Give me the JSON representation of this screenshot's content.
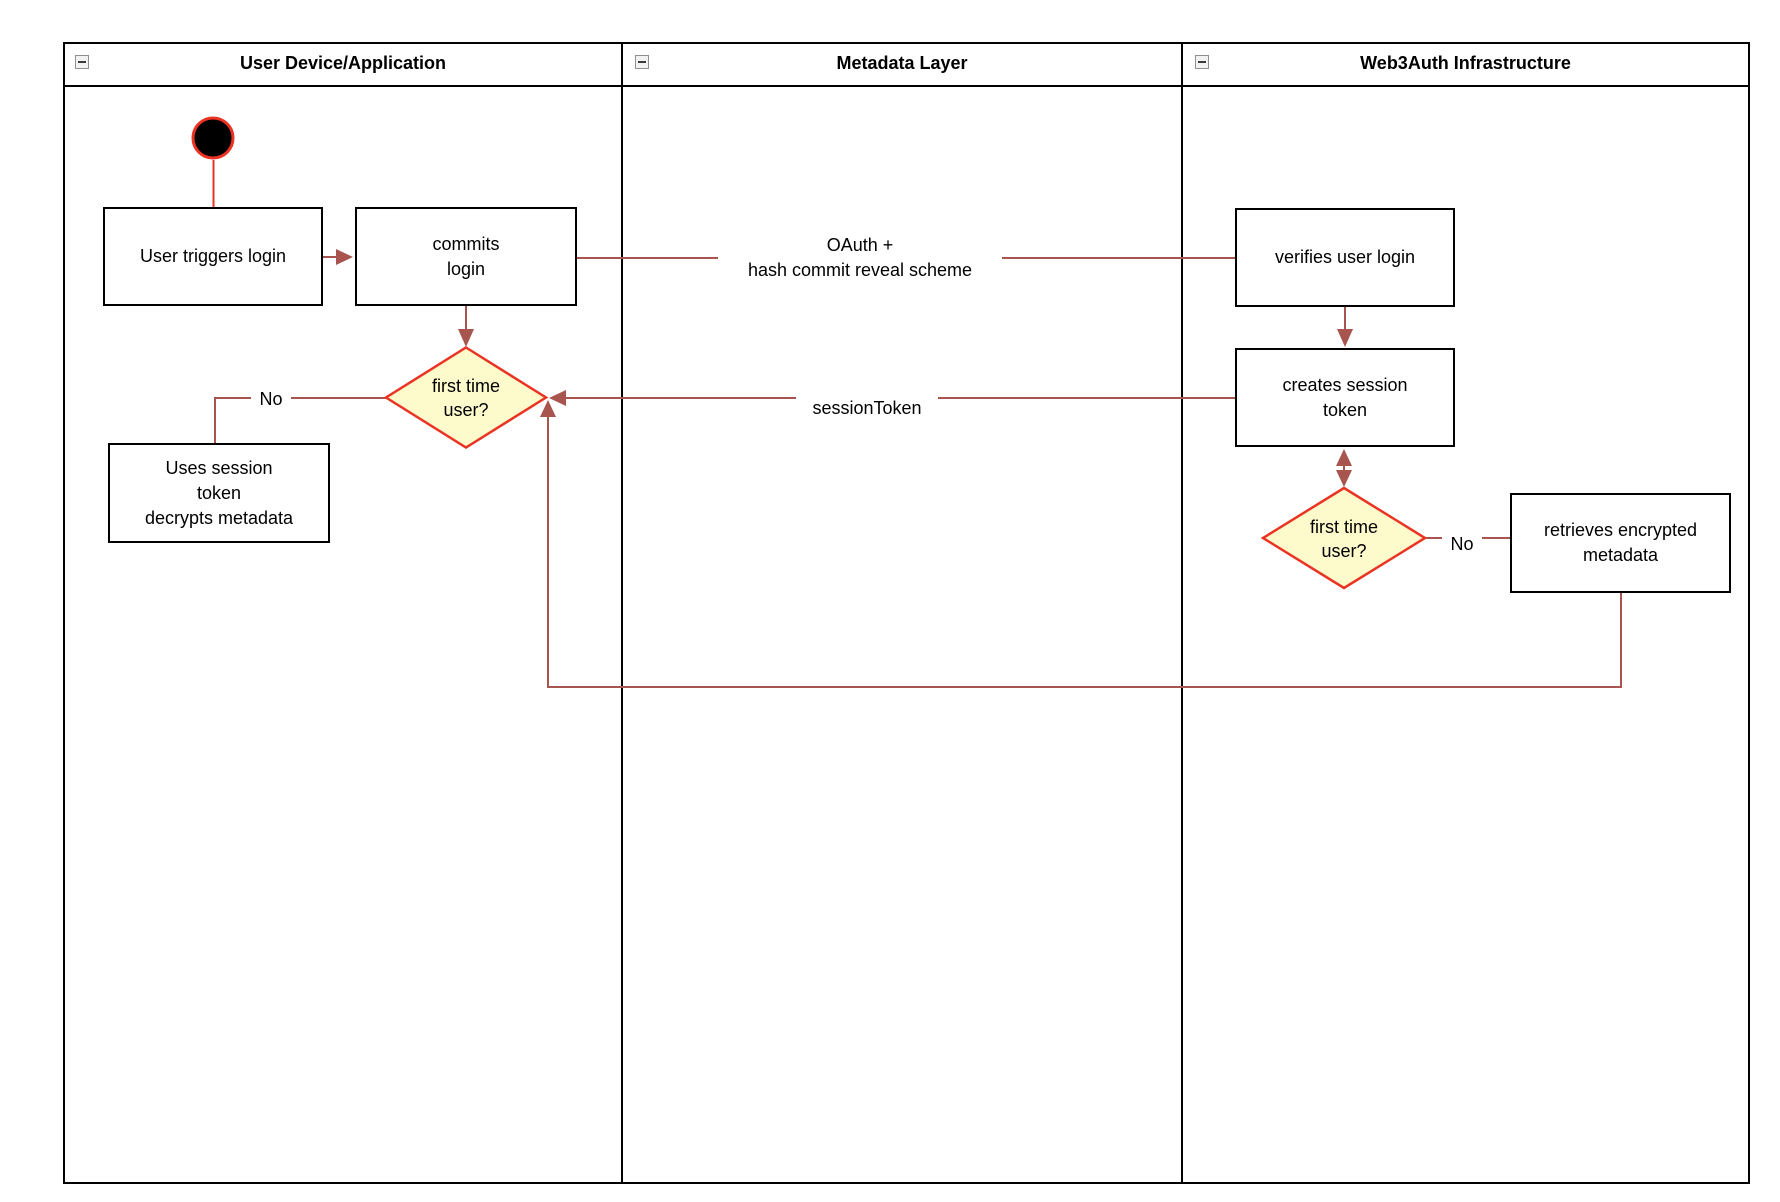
{
  "diagram": {
    "lanes": [
      {
        "title": "User Device/Application"
      },
      {
        "title": "Metadata Layer"
      },
      {
        "title": "Web3Auth Infrastructure"
      }
    ],
    "nodes": {
      "start": {
        "type": "initial-state"
      },
      "user_triggers_login": {
        "label": "User triggers login"
      },
      "commits_login": {
        "label": "commits\nlogin"
      },
      "first_time_user_1": {
        "label": "first time\nuser?"
      },
      "uses_session_token": {
        "label": "Uses session\ntoken\ndecrypts metadata"
      },
      "verifies_user_login": {
        "label": "verifies user login"
      },
      "creates_session_token": {
        "label": "creates session\ntoken"
      },
      "first_time_user_2": {
        "label": "first time\nuser?"
      },
      "retrieves_encrypted_metadata": {
        "label": "retrieves encrypted\nmetadata"
      }
    },
    "edges": {
      "oauth": {
        "label": "OAuth +\nhash commit reveal scheme"
      },
      "session_token": {
        "label": "sessionToken"
      },
      "no_first_time_left": {
        "label": "No"
      },
      "no_first_time_right": {
        "label": "No"
      }
    },
    "colors": {
      "connector": "#A8554F",
      "red_accent": "#EB3323",
      "diamond_fill": "#FDFACB",
      "box_border": "#000000",
      "start_fill": "#000000"
    }
  }
}
